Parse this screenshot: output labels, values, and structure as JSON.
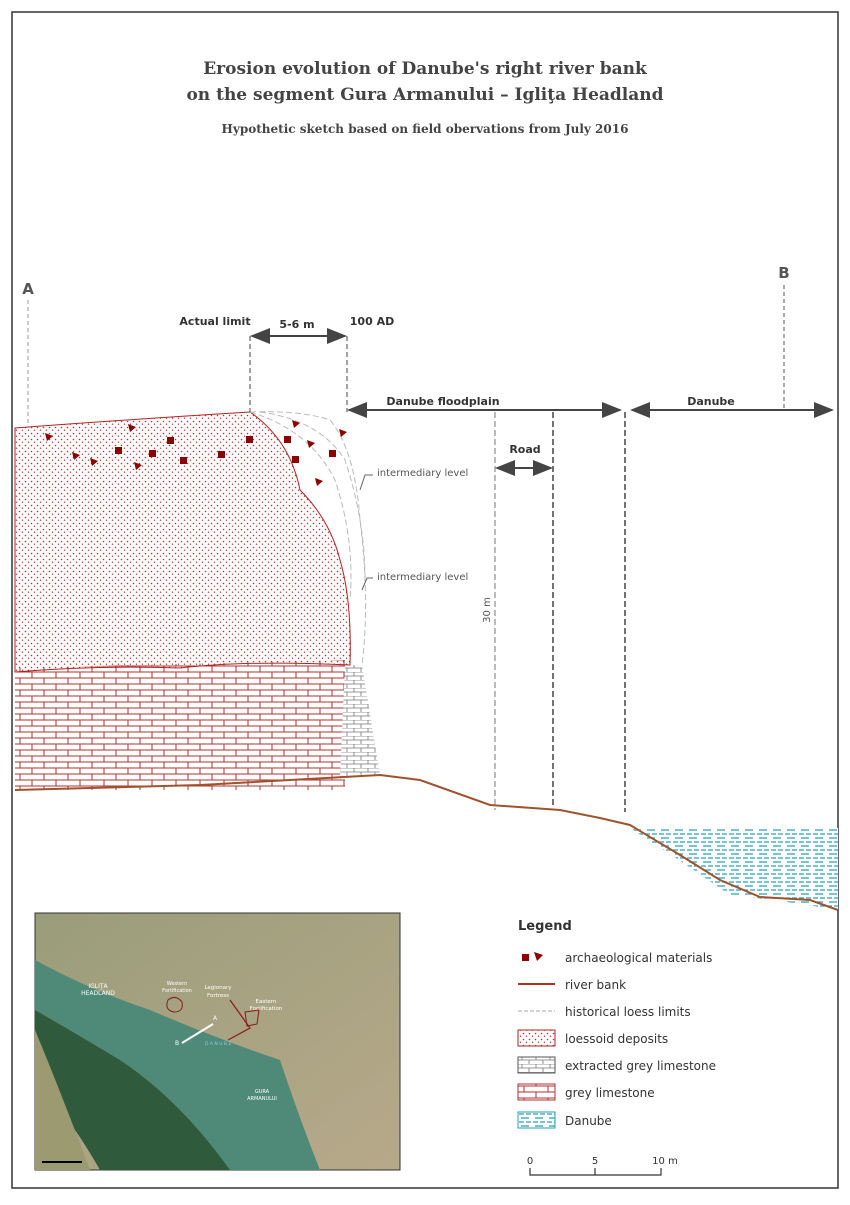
{
  "title": {
    "line1": "Erosion evolution of Danube's right river bank",
    "line2": "on the segment Gura Armanului – Igliţa Headland",
    "subtitle": "Hypothetic sketch based on field obervations from July 2016"
  },
  "profile": {
    "point_a": "A",
    "point_b": "B",
    "actual_limit": "Actual limit",
    "distance": "5-6 m",
    "ad100": "100 AD",
    "floodplain": "Danube floodplain",
    "danube": "Danube",
    "road": "Road",
    "intermediary1": "intermediary level",
    "intermediary2": "intermediary level",
    "height": "30 m"
  },
  "legend": {
    "title": "Legend",
    "items": [
      "archaeological materials",
      "river bank",
      "historical loess limits",
      "loessoid deposits",
      "extracted grey limestone",
      "grey limestone",
      "Danube"
    ]
  },
  "scale": {
    "ticks": [
      "0",
      "5",
      "10 m"
    ]
  },
  "map": {
    "labels": {
      "iglita": "IGLIŢA",
      "headland": "HEADLAND",
      "western1": "Western",
      "western2": "Fortification",
      "legionary1": "Legionary",
      "legionary2": "Fortress",
      "eastern1": "Eastern",
      "eastern2": "Fortification",
      "a": "A",
      "b": "B",
      "danube": "D A N U B E",
      "gura1": "GURA",
      "gura2": "ARMANULUI"
    }
  },
  "colors": {
    "loess": "#b22222",
    "limestone": "#b03030",
    "extracted": "#777777",
    "water": "#2aa0b8",
    "bank": "#a0522d",
    "arch": "#8b0000"
  }
}
